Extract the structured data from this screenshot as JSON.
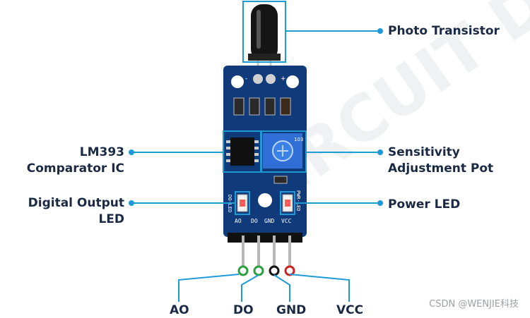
{
  "labels": {
    "photo_transistor": "Photo Transistor",
    "lm393_line1": "LM393",
    "lm393_line2": "Comparator IC",
    "sensitivity_line1": "Sensitivity",
    "sensitivity_line2": "Adjustment Pot",
    "digital_output_line1": "Digital Output",
    "digital_output_line2": "LED",
    "power_led": "Power LED"
  },
  "board": {
    "pin_silkscreen": [
      "AO",
      "DO",
      "GND",
      "VCC"
    ],
    "do_led_silk": "DO-LED",
    "pwr_led_silk": "PWR-LED",
    "pot_marking": "103"
  },
  "pins": [
    "AO",
    "DO",
    "GND",
    "VCC"
  ],
  "pin_colors": [
    "#2ea043",
    "#2ea043",
    "#111111",
    "#cc2222"
  ],
  "background_watermark": "CIRCUIT DIGEST",
  "credit": "CSDN @WENJIE科技",
  "colors": {
    "accent": "#1e9bd7",
    "board": "#103a7a",
    "label_text": "#1a2a44"
  }
}
